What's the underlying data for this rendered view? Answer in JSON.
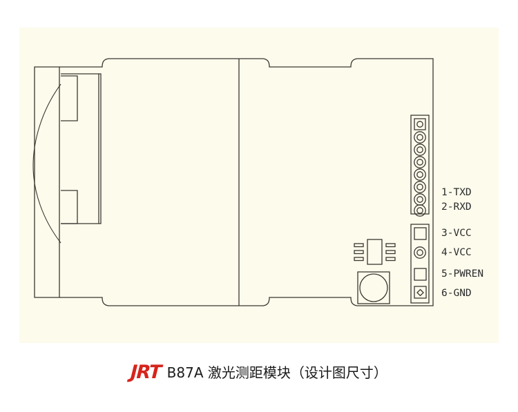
{
  "document": {
    "type": "engineering-drawing",
    "background_color": "#ffffff",
    "panel_color": "#fdfbec",
    "line_color": "#3a3630"
  },
  "caption": {
    "brand": "JRT",
    "brand_color": "#d6241c",
    "text": "B87A 激光测距模块（设计图尺寸）"
  },
  "pinout": {
    "labels": [
      {
        "id": "pin-1",
        "text": "1-TXD"
      },
      {
        "id": "pin-2",
        "text": "2-RXD"
      },
      {
        "id": "pin-3",
        "text": "3-VCC"
      },
      {
        "id": "pin-4",
        "text": "4-VCC"
      },
      {
        "id": "pin-5",
        "text": "5-PWREN"
      },
      {
        "id": "pin-6",
        "text": "6-GND"
      }
    ]
  },
  "components": {
    "connector": {
      "pad_count": 8,
      "first_pad_shape": "square"
    },
    "legend_pads": [
      {
        "shape": "square"
      },
      {
        "shape": "circle-ring"
      },
      {
        "shape": "square"
      },
      {
        "shape": "square-diamond"
      }
    ],
    "ic": {
      "name": "six-pin-ic",
      "pins_per_side": 3
    },
    "photodiode": {
      "name": "round-sensor"
    }
  }
}
